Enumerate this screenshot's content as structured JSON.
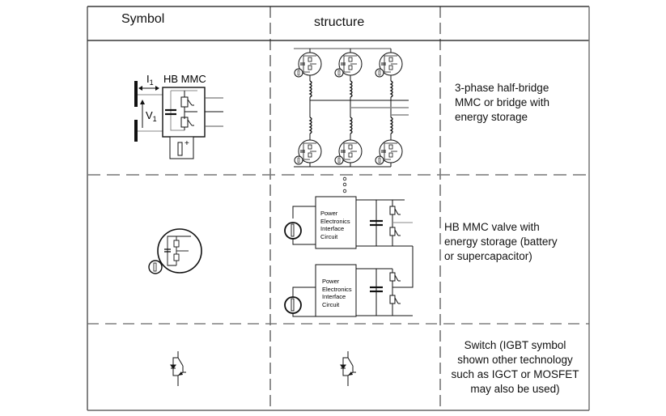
{
  "table": {
    "headers": {
      "symbol": "Symbol",
      "structure": "structure",
      "description": ""
    },
    "rows": [
      {
        "symbol_labels": {
          "title": "HB MMC",
          "current": "I",
          "current_sub": "1",
          "voltage": "V",
          "voltage_sub": "1",
          "plus": "+"
        },
        "structure_type": "3-phase half-bridge MMC with inductors and energy storage modules",
        "description_lines": [
          "3-phase half-bridge",
          "MMC or bridge with",
          "energy storage"
        ]
      },
      {
        "symbol_type": "HB MMC valve with battery",
        "structure_labels": {
          "block_upper": [
            "Power",
            "Electronics",
            "Interface",
            "Circuit"
          ],
          "block_lower": [
            "Power",
            "Electronics",
            "Interface",
            "Circuit"
          ],
          "plus": "+",
          "minus": "-"
        },
        "description_lines": [
          "HB MMC valve with",
          "energy storage (battery",
          "or supercapacitor)"
        ]
      },
      {
        "symbol_type": "IGBT switch",
        "structure_type": "IGBT switch",
        "description_lines": [
          "Switch (IGBT symbol",
          "shown other technology",
          "such as IGCT or MOSFET",
          "may also be used)"
        ]
      }
    ]
  },
  "colors": {
    "solid_line": "#111111",
    "dashed_line": "#777777",
    "grey_wire": "#888888"
  }
}
